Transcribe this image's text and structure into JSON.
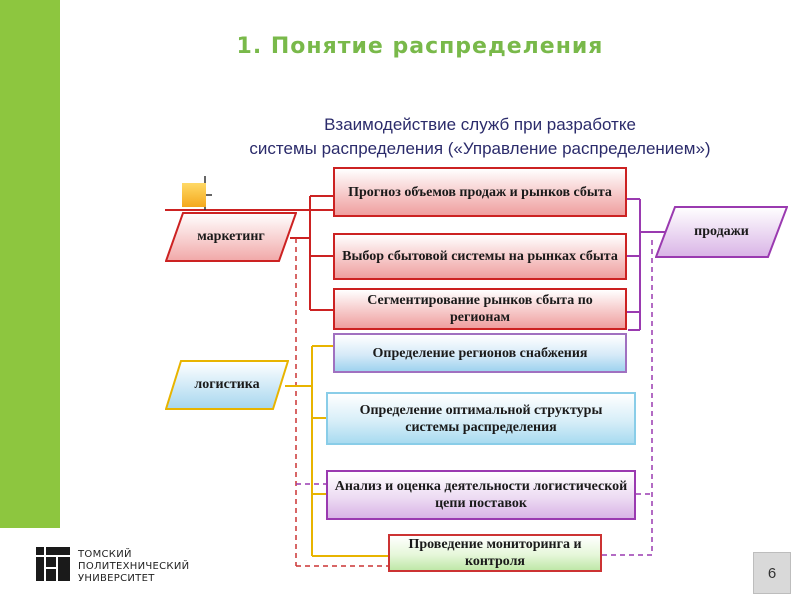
{
  "slide": {
    "title": "1. Понятие распределения",
    "subtitle_line1": "Взаимодействие служб при разработке",
    "subtitle_line2": "системы распределения («Управление распределением»)",
    "page_number": "6"
  },
  "logo": {
    "line1": "ТОМСКИЙ",
    "line2": "ПОЛИТЕХНИЧЕСКИЙ",
    "line3": "УНИВЕРСИТЕТ"
  },
  "departments": {
    "marketing": "маркетинг",
    "logistics": "логистика",
    "sales": "продажи"
  },
  "tasks": [
    "Прогноз объемов продаж и рынков сбыта",
    "Выбор сбытовой системы на рынках сбыта",
    "Сегментирование рынков сбыта по регионам",
    "Определение регионов снабжения",
    "Определение оптимальной структуры системы распределения",
    "Анализ и оценка деятельности логистической цепи поставок",
    "Проведение мониторинга и контроля"
  ],
  "colors": {
    "accent_green": "#8dc63f",
    "marketing_red": "#cc2222",
    "logistics_yellow": "#e8b400",
    "sales_purple": "#9a3ab0"
  }
}
